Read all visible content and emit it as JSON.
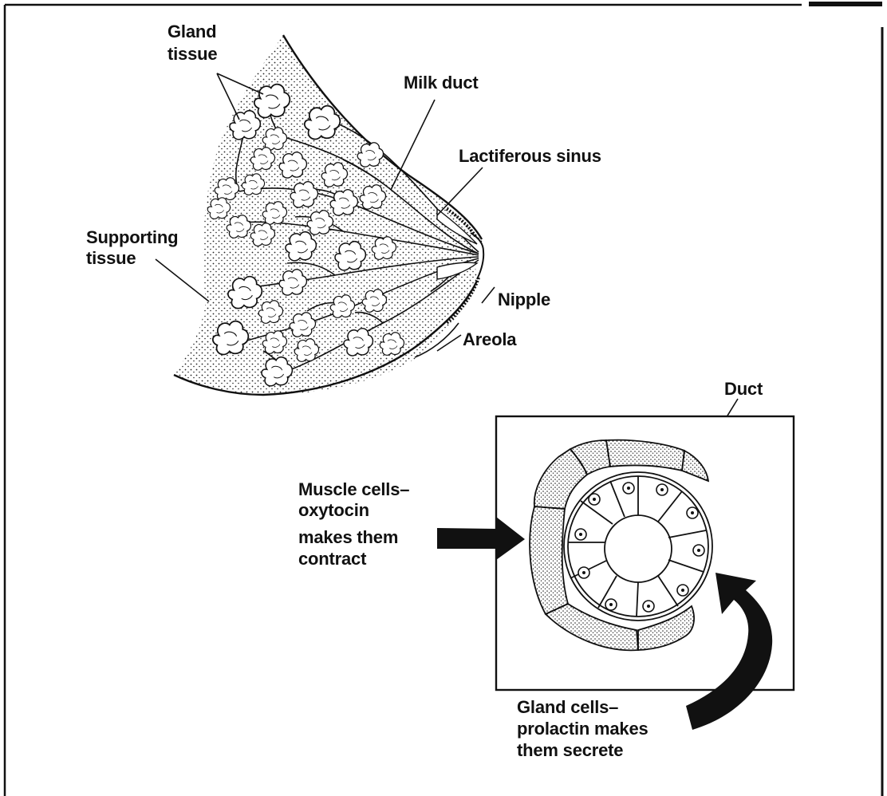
{
  "labels": {
    "gland_tissue": [
      "Gland",
      "tissue"
    ],
    "milk_duct": "Milk duct",
    "lactiferous_sinus": "Lactiferous sinus",
    "supporting_tissue": [
      "Supporting",
      "tissue"
    ],
    "nipple": "Nipple",
    "areola": "Areola",
    "duct": "Duct",
    "muscle_cells": [
      "Muscle cells–",
      "oxytocin",
      "makes them",
      "contract"
    ],
    "gland_cells": [
      "Gland cells–",
      "prolactin makes",
      "them secrete"
    ]
  },
  "colors": {
    "ink": "#111111",
    "background": "#ffffff"
  }
}
